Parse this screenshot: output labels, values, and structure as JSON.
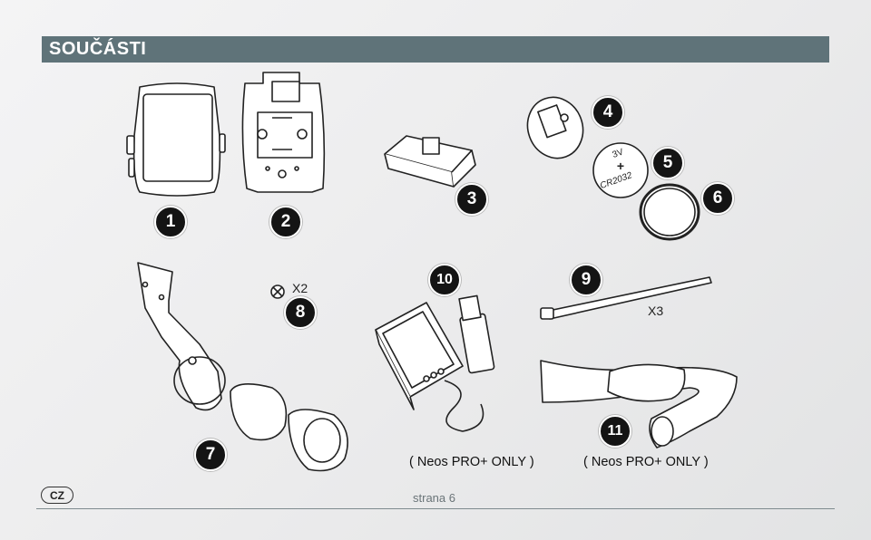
{
  "header": {
    "title": "SOUČÁSTI"
  },
  "parts": [
    {
      "number": "1"
    },
    {
      "number": "2"
    },
    {
      "number": "3"
    },
    {
      "number": "4"
    },
    {
      "number": "5"
    },
    {
      "number": "6"
    },
    {
      "number": "7"
    },
    {
      "number": "8"
    },
    {
      "number": "9"
    },
    {
      "number": "10"
    },
    {
      "number": "11"
    }
  ],
  "labels": {
    "screw_qty": "X2",
    "tie_qty": "X3",
    "battery_voltage": "3V",
    "battery_sign": "+",
    "battery_model": "CR2032",
    "sensor_only": "( Neos PRO+ ONLY )",
    "strap_only": "( Neos PRO+ ONLY )"
  },
  "footer": {
    "language": "CZ",
    "page": "strana 6"
  }
}
